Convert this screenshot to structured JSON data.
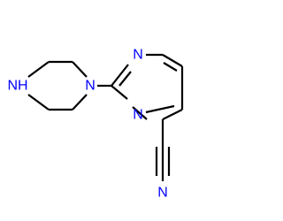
{
  "molecule": {
    "atoms": {
      "piperazine_nh": {
        "symbol": "NH"
      },
      "piperazine_n": {
        "symbol": "N"
      },
      "pyrimidine_n1": {
        "symbol": "N"
      },
      "pyrimidine_n3": {
        "symbol": "N"
      },
      "nitrile_n": {
        "symbol": "N"
      }
    },
    "colors": {
      "bond": "#000000",
      "nitrogen": "#0000ff",
      "background": "#ffffff"
    }
  }
}
